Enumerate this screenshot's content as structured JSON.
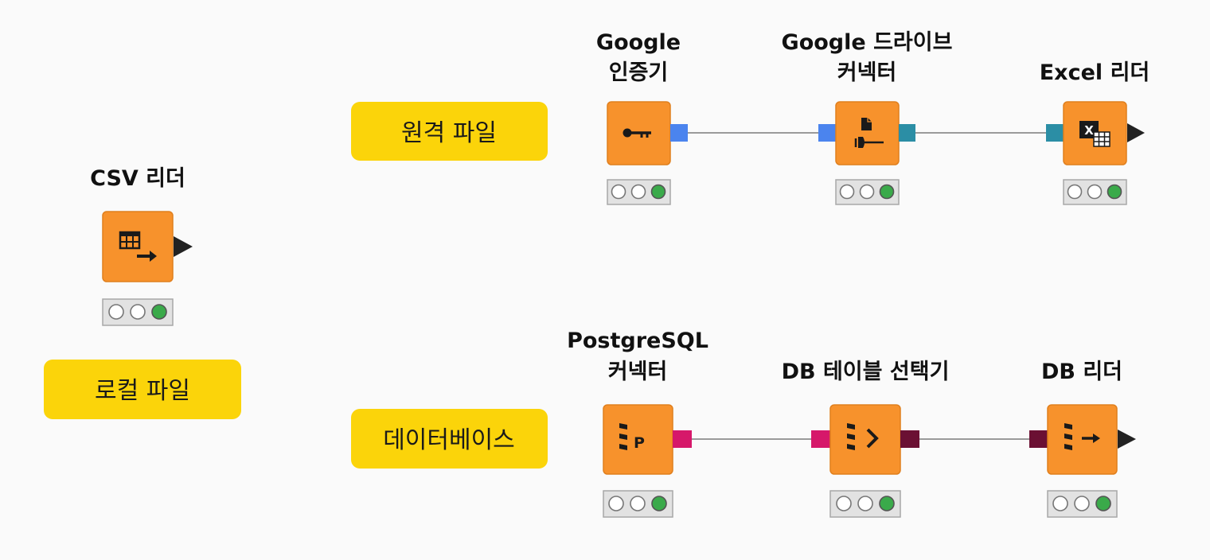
{
  "colors": {
    "background": "#fafafa",
    "node_fill": "#f7922c",
    "node_stroke": "#e07f1d",
    "tag_fill": "#fbd40a",
    "connection": "#9a9a9a",
    "status_box_fill": "#e2e2e2",
    "status_box_stroke": "#a8a8a8",
    "status_green": "#3aaa4a",
    "port_blue": "#4b84ee",
    "port_teal": "#2b8ea5",
    "port_pink": "#d6186a",
    "port_maroon": "#6b1033",
    "output_triangle": "#222222"
  },
  "tags": {
    "remote_file": "원격 파일",
    "local_file": "로컬 파일",
    "database": "데이터베이스"
  },
  "nodes": {
    "csv_reader": {
      "title": "CSV 리더",
      "icon": "table-arrow-icon",
      "status": "executed"
    },
    "google_auth": {
      "title_line1": "Google",
      "title_line2": "인증기",
      "icon": "key-icon",
      "status": "executed"
    },
    "google_drive_connector": {
      "title_line1": "Google 드라이브",
      "title_line2": "커넥터",
      "icon": "file-plug-icon",
      "status": "executed"
    },
    "excel_reader": {
      "title": "Excel 리더",
      "icon": "excel-icon",
      "status": "executed"
    },
    "postgresql_connector": {
      "title_line1": "PostgreSQL",
      "title_line2": "커넥터",
      "icon": "database-p-icon",
      "status": "executed"
    },
    "db_table_selector": {
      "title": "DB 테이블 선택기",
      "icon": "database-chevron-icon",
      "status": "executed"
    },
    "db_reader": {
      "title": "DB 리더",
      "icon": "database-arrow-icon",
      "status": "executed"
    }
  }
}
